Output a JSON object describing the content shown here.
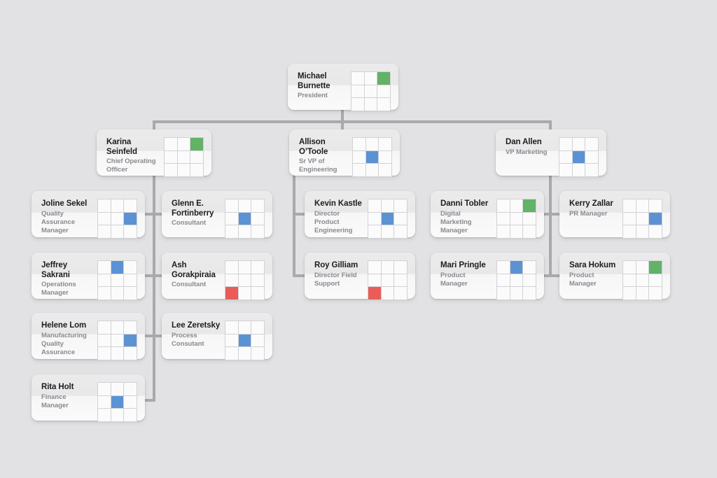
{
  "chart": {
    "type": "org-chart",
    "title": "Organization Chart",
    "palette": {
      "background": "#e2e2e4",
      "connector": "#a9a9ad",
      "card_face": "#fafafa",
      "name_text": "#1d1d1f",
      "role_text": "#8a8a8f",
      "swatch_green": "#62b267",
      "swatch_blue": "#5b92d4",
      "swatch_red": "#ea5c58",
      "swatch_empty": "#fbfbfc"
    },
    "swatch_grid": {
      "rows": 3,
      "cols": 3
    }
  },
  "nodes": {
    "president": {
      "name": "Michael Burnette",
      "role": "President",
      "swatch": {
        "index": 2,
        "color": "green"
      }
    },
    "coo": {
      "name": "Karina Seinfeld",
      "role": "Chief Operating\nOfficer",
      "swatch": {
        "index": 2,
        "color": "green"
      }
    },
    "svp_engineering": {
      "name": "Allison O’Toole",
      "role": "Sr VP of Engineering",
      "swatch": {
        "index": 4,
        "color": "blue"
      }
    },
    "vp_marketing": {
      "name": "Dan Allen",
      "role": "VP Marketing",
      "swatch": {
        "index": 4,
        "color": "blue"
      }
    },
    "joline_sekel": {
      "name": "Joline Sekel",
      "role": "Quality Assurance\nManager",
      "swatch": {
        "index": 5,
        "color": "blue"
      }
    },
    "glenn_fortinberry": {
      "name": "Glenn E.\nFortinberry",
      "role": "Consultant",
      "swatch": {
        "index": 4,
        "color": "blue"
      }
    },
    "jeffrey_sakrani": {
      "name": "Jeffrey Sakrani",
      "role": "Operations\nManager",
      "swatch": {
        "index": 1,
        "color": "blue"
      }
    },
    "ash_gorakpiraia": {
      "name": "Ash Gorakpiraia",
      "role": "Consultant",
      "swatch": {
        "index": 6,
        "color": "red"
      }
    },
    "helene_lom": {
      "name": "Helene Lom",
      "role": "Manufacturing\nQuality Assurance",
      "swatch": {
        "index": 5,
        "color": "blue"
      }
    },
    "lee_zeretsky": {
      "name": "Lee Zeretsky",
      "role": "Process Consutant",
      "swatch": {
        "index": 4,
        "color": "blue"
      }
    },
    "rita_holt": {
      "name": "Rita Holt",
      "role": "Finance Manager",
      "swatch": {
        "index": 4,
        "color": "blue"
      }
    },
    "kevin_kastle": {
      "name": "Kevin Kastle",
      "role": "Director Product\nEngineering",
      "swatch": {
        "index": 4,
        "color": "blue"
      }
    },
    "roy_gilliam": {
      "name": "Roy Gilliam",
      "role": "Director Field Support",
      "swatch": {
        "index": 6,
        "color": "red"
      }
    },
    "danni_tobler": {
      "name": "Danni Tobler",
      "role": "Digital Marketing\nManager",
      "swatch": {
        "index": 2,
        "color": "green"
      }
    },
    "kerry_zallar": {
      "name": "Kerry Zallar",
      "role": "PR Manager",
      "swatch": {
        "index": 5,
        "color": "blue"
      }
    },
    "mari_pringle": {
      "name": "Mari Pringle",
      "role": "Product Manager",
      "swatch": {
        "index": 1,
        "color": "blue"
      }
    },
    "sara_hokum": {
      "name": "Sara Hokum",
      "role": "Product Manager",
      "swatch": {
        "index": 2,
        "color": "green"
      }
    }
  }
}
